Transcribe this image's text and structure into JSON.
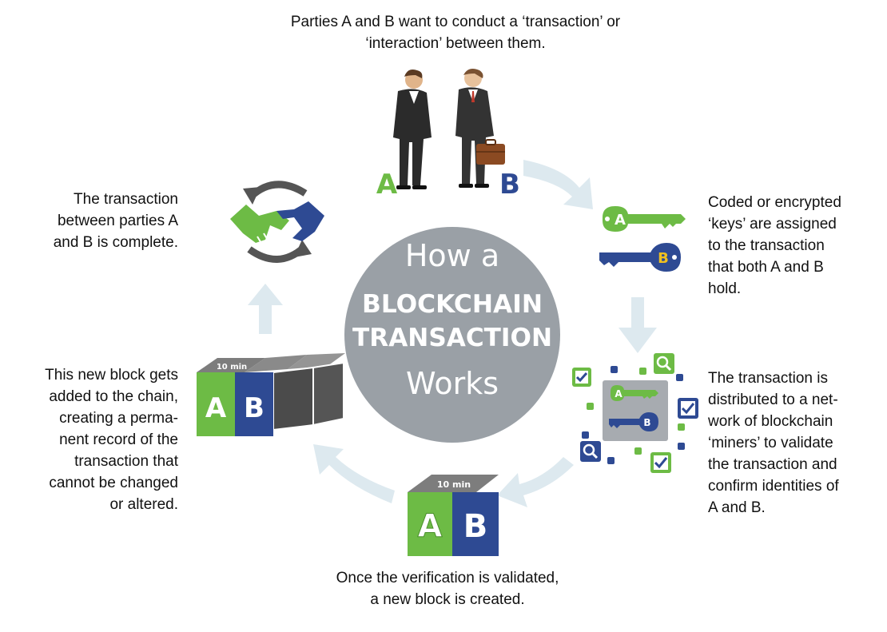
{
  "colors": {
    "green": "#6dbb45",
    "navy": "#2e4a93",
    "circle_gray": "#9aa0a6",
    "arrow_light": "#dde9ef",
    "arrow_gray": "#8a8a8a",
    "cube_top": "#7d7d7d",
    "cube_dark": "#4b4b4b"
  },
  "center": {
    "line1": "How a",
    "line2": "BLOCKCHAIN",
    "line3": "TRANSACTION",
    "line4": "Works"
  },
  "steps": {
    "step1": {
      "text_lines": [
        "Parties A and B want to conduct a ‘transaction’ or",
        "‘interaction’ between them."
      ],
      "label_a": "A",
      "label_b": "B"
    },
    "step2": {
      "text_lines": [
        "Coded or encrypted",
        "‘keys’ are assigned",
        "to the transaction",
        "that both A and B",
        "hold."
      ],
      "key_a": "A",
      "key_b": "B"
    },
    "step3": {
      "text_lines": [
        "The transaction is",
        "distributed to a net-",
        "work of blockchain",
        "‘miners’ to validate",
        "the transaction and",
        "confirm identities of",
        "A and B."
      ],
      "key_a": "A",
      "key_b": "B"
    },
    "step4": {
      "text_lines": [
        "Once the verification is validated,",
        "a new block is created."
      ],
      "block_time": "10 min",
      "face_a": "A",
      "face_b": "B"
    },
    "step5": {
      "text_lines": [
        "This new block gets",
        "added to the chain,",
        "creating a perma-",
        "nent record of the",
        "transaction that",
        "cannot be changed",
        "or altered."
      ],
      "block_time": "10 min",
      "face_a": "A",
      "face_b": "B"
    },
    "step6": {
      "text_lines": [
        "The transaction",
        "between parties A",
        "and B is complete."
      ]
    }
  },
  "icons": {
    "people": "businessmen-icon",
    "keys": "keys-icon",
    "network": "miner-network-icon",
    "block": "block-cube-icon",
    "chain": "blockchain-icon",
    "handshake": "handshake-icon"
  }
}
